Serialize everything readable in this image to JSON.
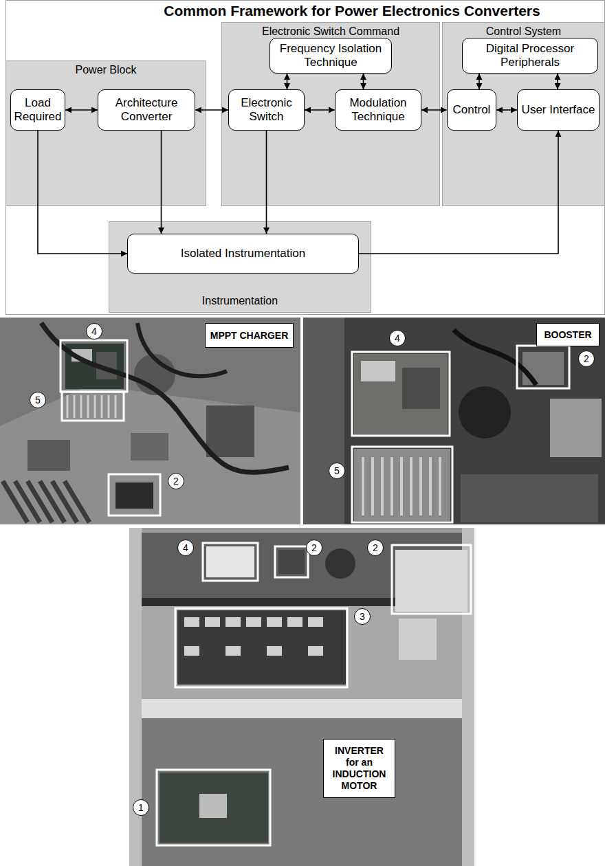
{
  "diagram": {
    "title": "Common Framework for Power Electronics Converters",
    "nodes": [
      {
        "text": [
          "Power Block"
        ]
      },
      {
        "text": [
          "Load Required"
        ],
        "in": 0
      },
      {
        "text": [
          "Architecture Converter"
        ],
        "in": 0
      },
      {
        "text": [
          "Electronic Switch Command"
        ]
      },
      {
        "text": [
          "Frequency Isolation Technique"
        ],
        "in": 3
      },
      {
        "text": [
          "Electronic Switch"
        ],
        "in": 3
      },
      {
        "text": [
          "Modulation Technique"
        ],
        "in": 3
      },
      {
        "text": [
          "Control System"
        ]
      },
      {
        "text": [
          "Digital Processor Peripherals"
        ],
        "in": 7
      },
      {
        "text": [
          "Control"
        ],
        "in": 7
      },
      {
        "text": [
          "User Interface"
        ],
        "in": 7
      },
      {
        "text": [
          "Instrumentation"
        ]
      },
      {
        "text": [
          "Isolated Instrumentation"
        ],
        "in": 11
      },
      {
        "text": [
          "MPPT CHARGER"
        ]
      },
      {
        "text": [
          "BOOSTER"
        ]
      },
      {
        "text": [
          "INVERTER for an INDUCTION MOTOR"
        ]
      }
    ],
    "edges": [
      {
        "from": 1,
        "to": 2,
        "arrow": "both"
      },
      {
        "from": 2,
        "to": 5,
        "arrow": "both"
      },
      {
        "from": 5,
        "to": 6,
        "arrow": "both"
      },
      {
        "from": 4,
        "to": 5,
        "arrow": "both"
      },
      {
        "from": 4,
        "to": 6,
        "arrow": "both"
      },
      {
        "from": 6,
        "to": 9,
        "arrow": "both"
      },
      {
        "from": 8,
        "to": 9,
        "arrow": "both"
      },
      {
        "from": 8,
        "to": 10,
        "arrow": "both"
      },
      {
        "from": 9,
        "to": 10,
        "arrow": "both"
      },
      {
        "from": 1,
        "to": 12,
        "arrow": "to"
      },
      {
        "from": 2,
        "to": 12,
        "arrow": "to"
      },
      {
        "from": 5,
        "to": 12,
        "arrow": "to"
      },
      {
        "from": 12,
        "to": 10,
        "arrow": "to"
      }
    ],
    "labels": [
      "4",
      "5",
      "2",
      "4",
      "2",
      "5",
      "4",
      "2",
      "2",
      "3",
      "1"
    ]
  }
}
